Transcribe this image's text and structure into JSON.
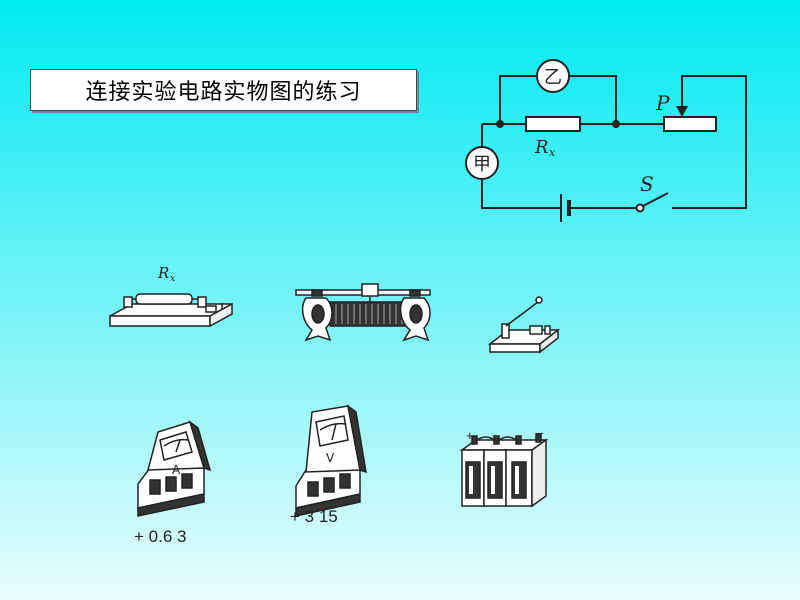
{
  "slide": {
    "title": "连接实验电路实物图的练习"
  },
  "circuit": {
    "meter_top_symbol": "乙",
    "meter_left_symbol": "甲",
    "resistor_label": "R",
    "resistor_subscript": "x",
    "rheostat_label": "P",
    "switch_label": "S"
  },
  "components": {
    "resistor_label": "R",
    "resistor_subscript": "x",
    "ammeter_letter": "A",
    "ammeter_scale": "+ 0.6 3",
    "voltmeter_letter": "V",
    "voltmeter_scale": "+ 3 15",
    "battery_plus": "+",
    "battery_minus": "−"
  },
  "colors": {
    "line": "#222222",
    "title_bg": "#ffffff"
  }
}
